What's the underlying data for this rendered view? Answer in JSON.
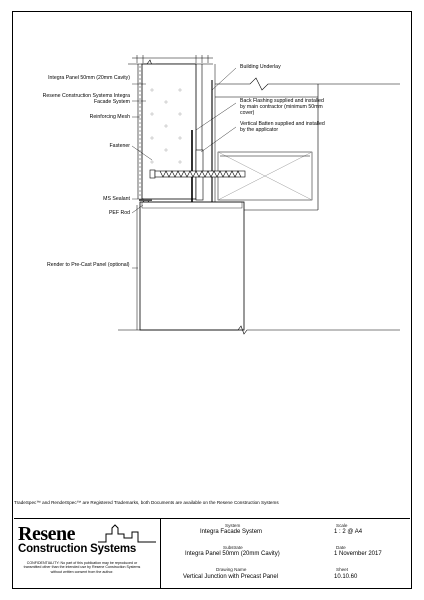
{
  "labels": {
    "integra_panel": "Integra Panel 50mm (20mm Cavity)",
    "resene_system": "Resene Construction Systems Integra Facade System",
    "reinforcing_mesh": "Reinforcing Mesh",
    "fastener": "Fastener",
    "ms_sealant": "MS Sealant",
    "pef_rod": "PEF Rod",
    "render": "Render to Pre-Cast Panel (optional)",
    "building_underlay": "Building Underlay",
    "back_flashing": "Back Flashing supplied and installed by main contractor (minimum 50mm cover)",
    "vertical_batten": "Vertical Batten supplied and installed by the applicator"
  },
  "trademark_note": "TradeSpec™ and RenderSpec™ are Registered Trademarks, both Documents are available on the Resene Construction Systems",
  "title_block": {
    "logo_word": "Resene",
    "logo_sub": "Construction Systems",
    "confidentiality": "CONFIDENTIALITY: No part of this publication may be reproduced or transmitted other than the intended use by Resene Construction Systems without written consent from the author.",
    "system_label": "System",
    "system": "Integra Facade System",
    "substrate_label": "Substrate",
    "substrate": "Integra Panel 50mm (20mm Cavity)",
    "drawing_name_label": "Drawing Name",
    "drawing_name": "Vertical Junction with Precast Panel",
    "scale_label": "Scale",
    "scale": "1 : 2 @ A4",
    "date_label": "Date",
    "date": "1 November 2017",
    "sheet_label": "Sheet",
    "sheet": "10.10.60"
  }
}
